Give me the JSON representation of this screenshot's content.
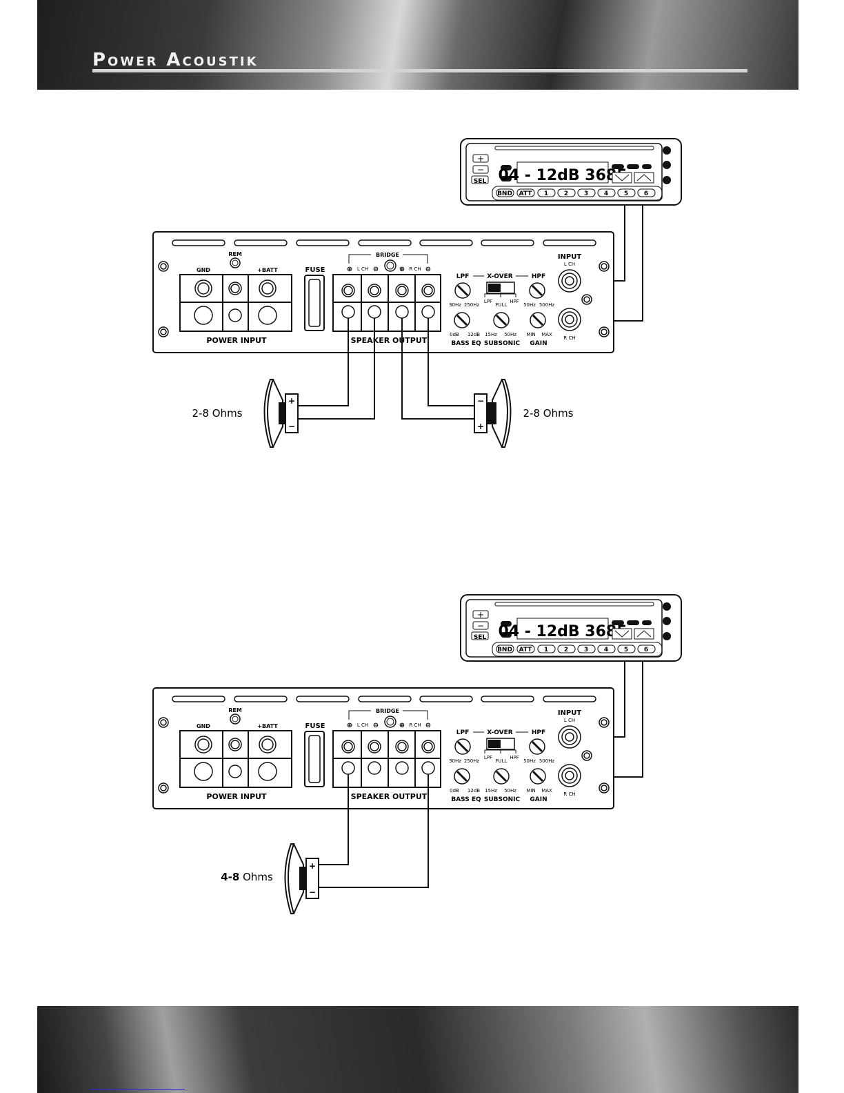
{
  "header": {
    "brand": "Power Acoustik"
  },
  "diagram1": {
    "headunit": {
      "plus": "+",
      "minus": "−",
      "sel": "SEL",
      "display": "04 - 12dB 3685",
      "buttons": [
        "BND",
        "ATT",
        "1",
        "2",
        "3",
        "4",
        "5",
        "6"
      ]
    },
    "amp": {
      "gnd": "GND",
      "rem": "REM",
      "batt": "+BATT",
      "fuse": "FUSE",
      "power_input": "POWER INPUT",
      "bridge": "BRIDGE",
      "lch": "L CH",
      "rch": "R CH",
      "speaker_output": "SPEAKER OUTPUT",
      "lpf": "LPF",
      "xover": "X-OVER",
      "hpf": "HPF",
      "lpf_range": [
        "30Hz",
        "250Hz"
      ],
      "hpf_range": [
        "50Hz",
        "500Hz"
      ],
      "switch": [
        "LPF",
        "FULL",
        "HPF"
      ],
      "bass_range": [
        "0dB",
        "12dB"
      ],
      "sub_range": [
        "15Hz",
        "50Hz"
      ],
      "gain_range": [
        "MIN",
        "MAX"
      ],
      "bass_eq": "BASS EQ",
      "subsonic": "SUBSONIC",
      "gain": "GAIN",
      "input": "INPUT",
      "input_lch": "L CH",
      "input_rch": "R CH"
    },
    "speaker_left_label": "2-8 Ohms",
    "speaker_right_label": "2-8 Ohms"
  },
  "diagram2": {
    "speaker_label_bold": "4-8",
    "speaker_label_rest": " Ohms"
  }
}
